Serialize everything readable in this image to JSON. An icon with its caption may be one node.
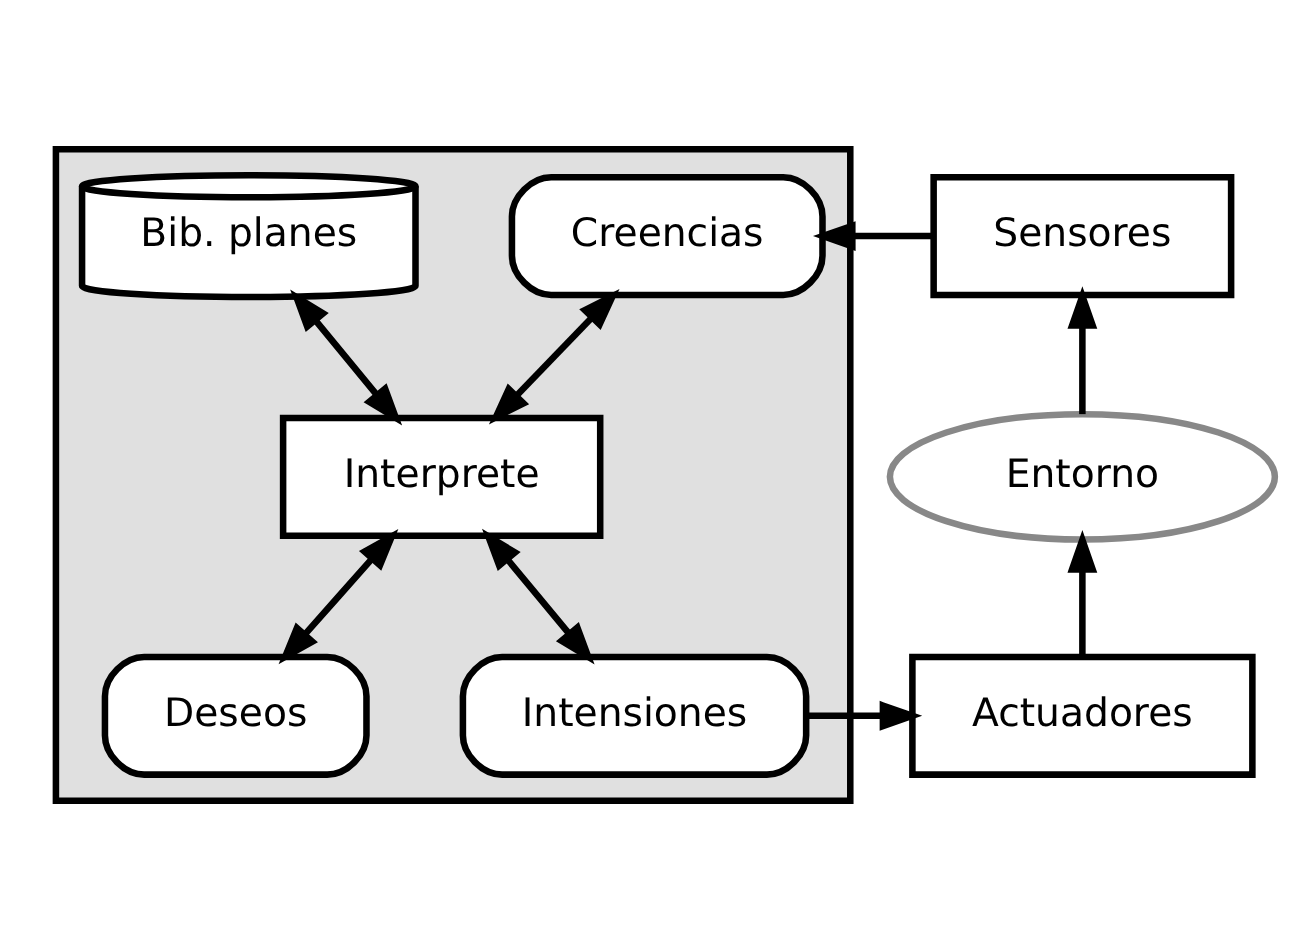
{
  "diagram": {
    "nodes": [
      {
        "text": [],
        "shape": "box"
      },
      {
        "text": [
          "Creencias"
        ],
        "in": 0
      },
      {
        "text": [
          "Bib. planes"
        ],
        "in": 0
      },
      {
        "text": [
          "Interprete"
        ],
        "in": 0
      },
      {
        "text": [
          "Deseos"
        ],
        "in": 0
      },
      {
        "text": [
          "Intensiones"
        ],
        "in": 0
      },
      {
        "text": [
          "Sensores"
        ]
      },
      {
        "text": [
          "Entorno"
        ]
      },
      {
        "text": [
          "Actuadores"
        ]
      }
    ],
    "edges": [
      {
        "from": 6,
        "to": 1,
        "arrow": "to"
      },
      {
        "from": 3,
        "to": 1,
        "arrow": "both"
      },
      {
        "from": 3,
        "to": 2,
        "arrow": "both"
      },
      {
        "from": 3,
        "to": 4,
        "arrow": "both"
      },
      {
        "from": 3,
        "to": 5,
        "arrow": "both"
      },
      {
        "from": 5,
        "to": 8,
        "arrow": "to"
      },
      {
        "from": 8,
        "to": 7,
        "arrow": "to"
      },
      {
        "from": 7,
        "to": 6,
        "arrow": "to"
      }
    ]
  }
}
